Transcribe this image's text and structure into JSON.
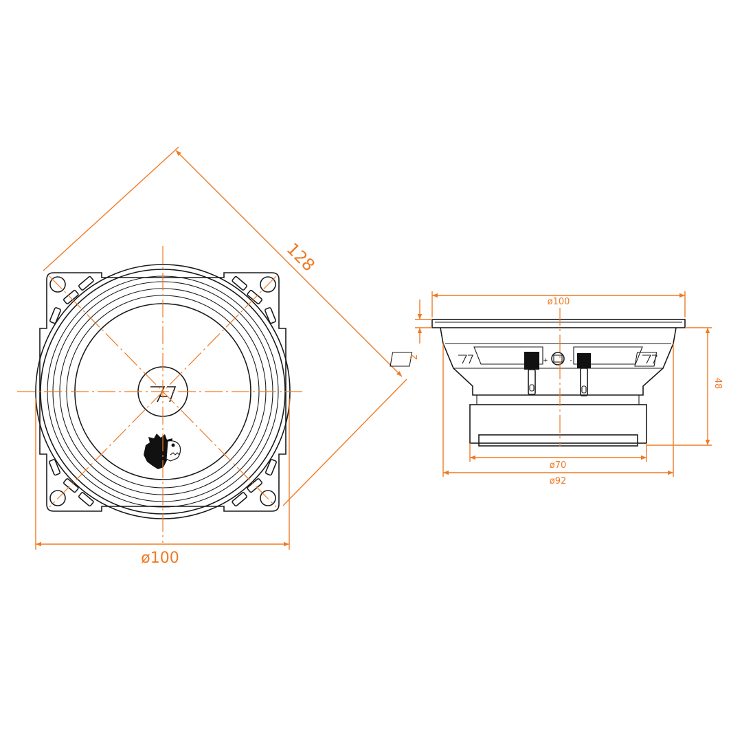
{
  "front_view": {
    "diameter_label": "ø100",
    "diagonal_label": "128"
  },
  "side_view": {
    "top_diameter_label": "ø100",
    "flange_label": "2",
    "depth_label": "48",
    "magnet_diameter_label": "ø70",
    "basket_diameter_label": "ø92",
    "terminal_plus": "+",
    "terminal_minus": "-"
  },
  "colors": {
    "dimension": "#f07a24",
    "outline": "#1a1a1a"
  }
}
